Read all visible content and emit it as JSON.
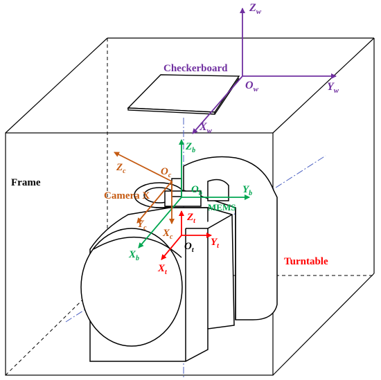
{
  "labels": {
    "checkerboard": "Checkerboard",
    "frame": "Frame",
    "camera": "Camera X",
    "mems": "MEMS",
    "turntable": "Turntable"
  },
  "axes": {
    "world": {
      "z": "Z",
      "z_sub": "w",
      "y": "Y",
      "y_sub": "w",
      "x": "X",
      "x_sub": "w",
      "o": "O",
      "o_sub": "w"
    },
    "base": {
      "z": "Z",
      "z_sub": "b",
      "y": "Y",
      "y_sub": "b",
      "x": "X",
      "x_sub": "b",
      "o": "O",
      "o_sub": "b"
    },
    "camera": {
      "z": "Z",
      "z_sub": "c",
      "y": "Y",
      "y_sub": "c",
      "x": "X",
      "x_sub": "c",
      "o": "O",
      "o_sub": "c"
    },
    "turntable": {
      "z": "Z",
      "z_sub": "t",
      "y": "Y",
      "y_sub": "t",
      "x": "X",
      "x_sub": "t",
      "o": "O",
      "o_sub": "t"
    }
  },
  "colors": {
    "world": "#7030a0",
    "base": "#00a650",
    "camera": "#c55a11",
    "turntable": "#ff0000",
    "line": "#000000",
    "centerline": "#4a5fc1"
  }
}
